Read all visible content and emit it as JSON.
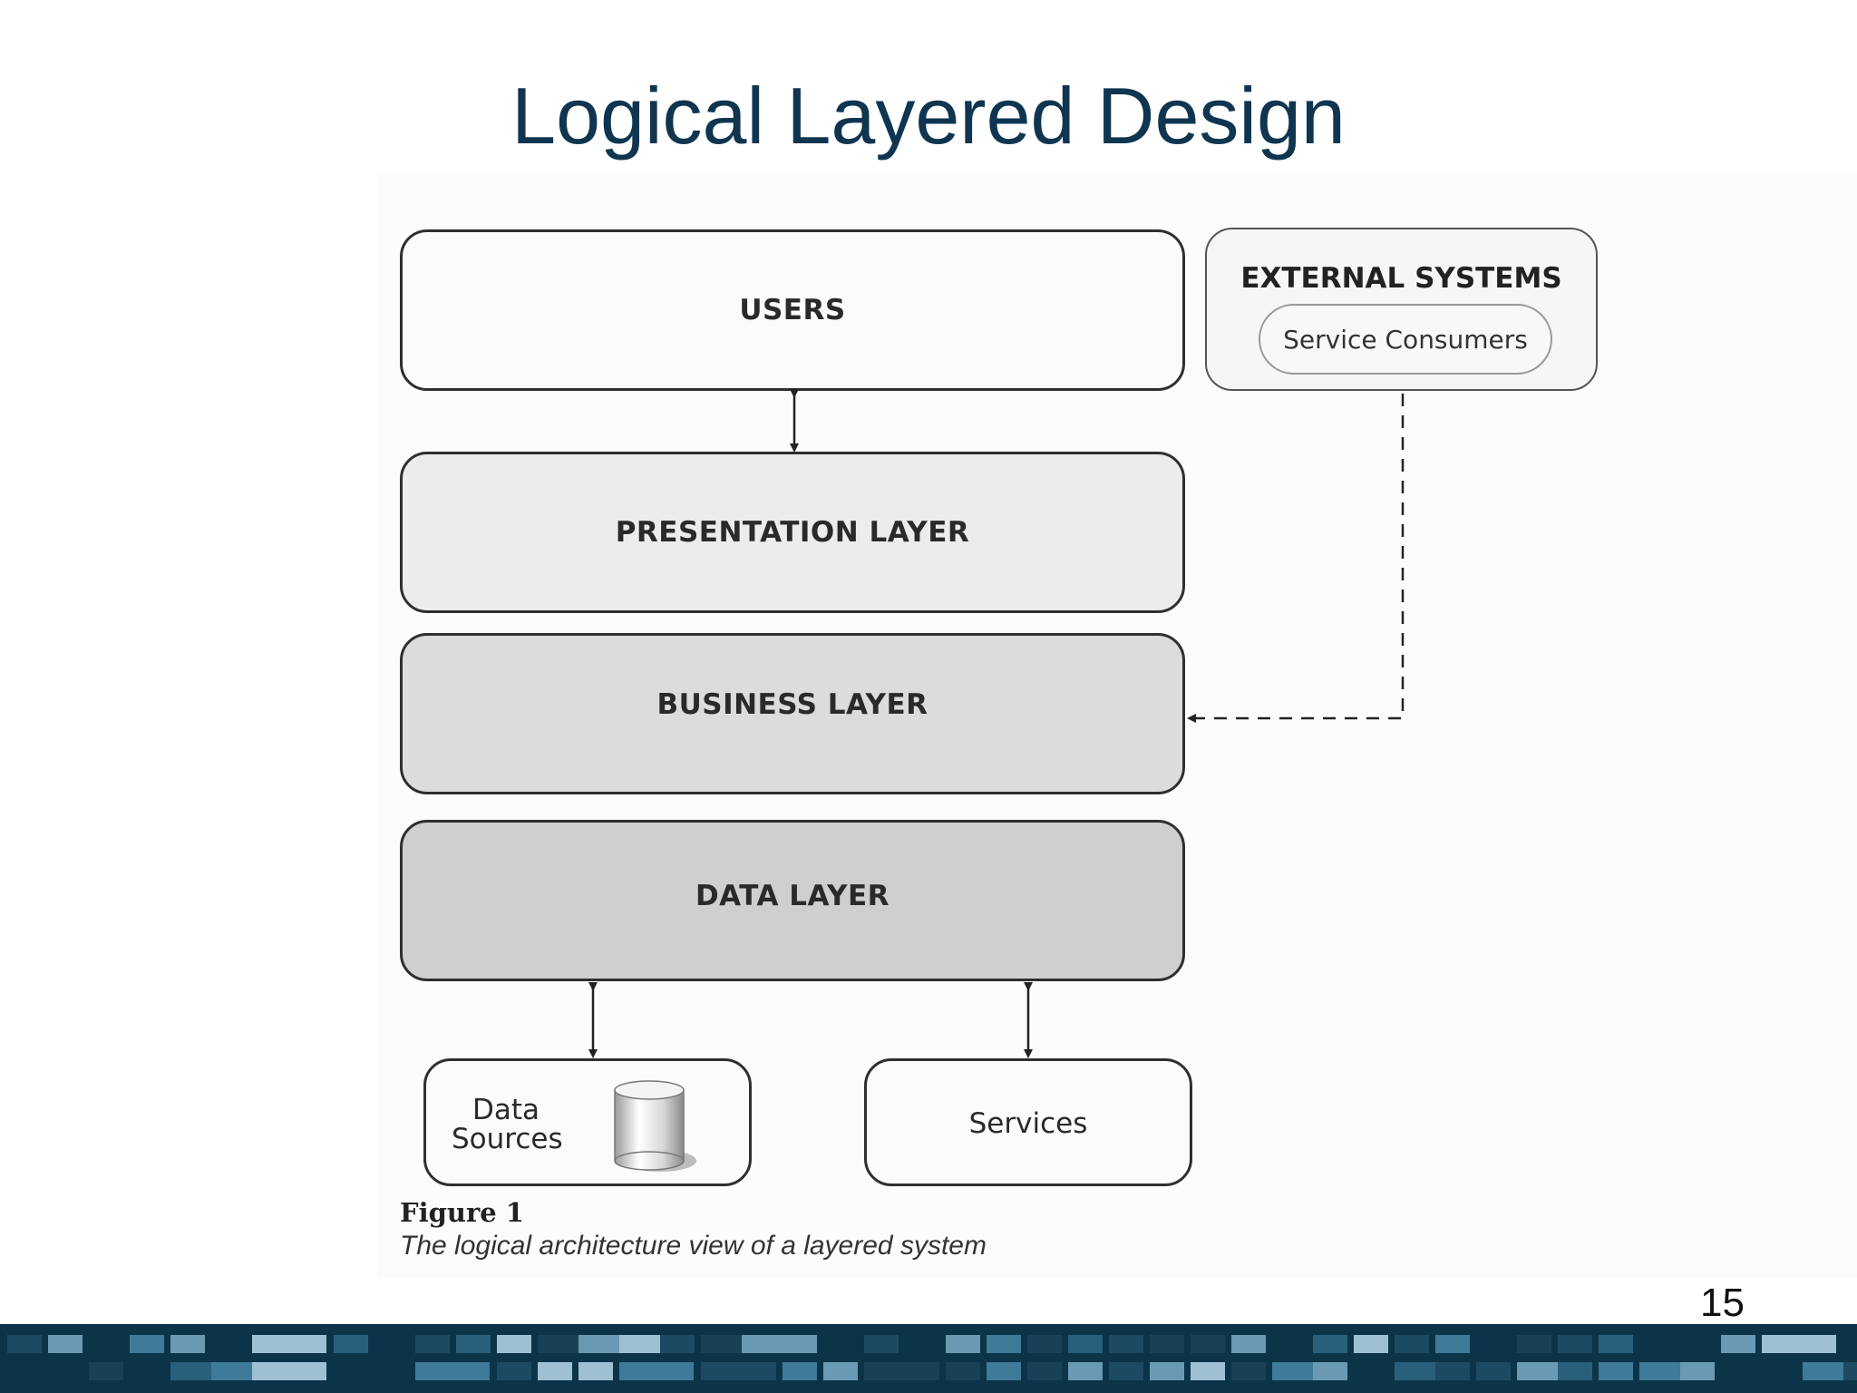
{
  "slide": {
    "title": "Logical Layered Design",
    "page_number": "15"
  },
  "diagram": {
    "users_label": "USERS",
    "presentation_label": "PRESENTATION LAYER",
    "business_label": "BUSINESS LAYER",
    "data_label": "DATA LAYER",
    "external_systems_label": "EXTERNAL SYSTEMS",
    "service_consumers_label": "Service Consumers",
    "data_sources_line1": "Data",
    "data_sources_line2": "Sources",
    "services_label": "Services"
  },
  "caption": {
    "figure_label": "Figure 1",
    "text": "The logical architecture view of a layered system"
  },
  "colors": {
    "title": "#0f3550",
    "users_fill": "#fbfbfb",
    "presentation_fill": "#ececed",
    "business_fill": "#dcdcde",
    "data_fill": "#cfcfd1",
    "footer": "#0c3449"
  }
}
